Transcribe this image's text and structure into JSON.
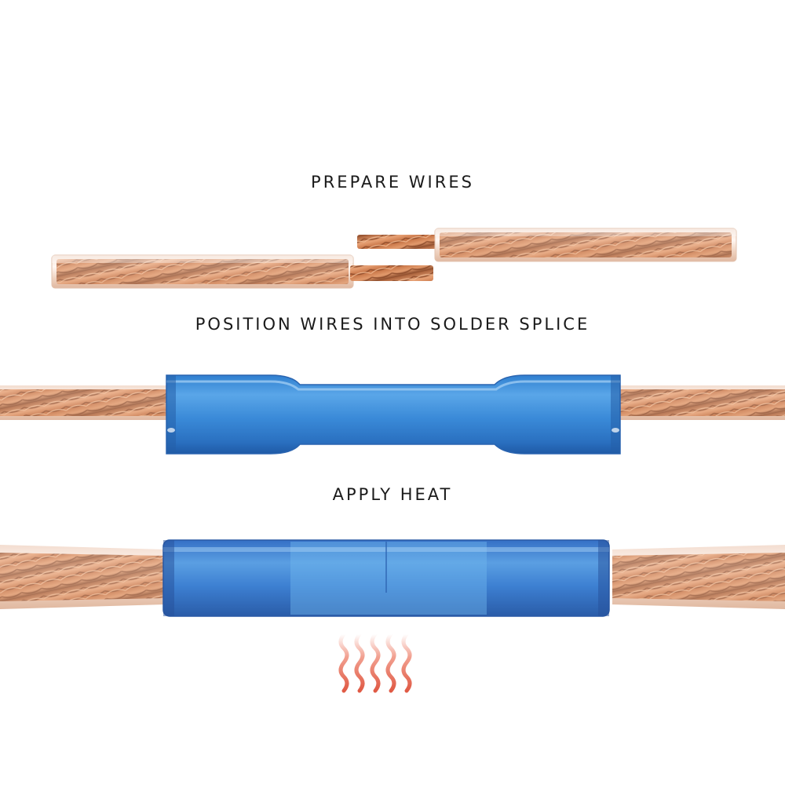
{
  "steps": [
    {
      "label": "PREPARE WIRES"
    },
    {
      "label": "POSITION WIRES INTO SOLDER SPLICE"
    },
    {
      "label": "APPLY HEAT"
    }
  ],
  "colors": {
    "copper": "#c9774a",
    "copper_dark": "#8a4a2a",
    "copper_light": "#f0b48a",
    "jacket": "#f6e6dc",
    "splice_blue": "#3f8fd8",
    "splice_blue_light": "#6fb4ec",
    "splice_shrunk": "#3c7fd0",
    "heat": "#e46a52"
  },
  "icons": [
    "heat-waves-icon"
  ]
}
